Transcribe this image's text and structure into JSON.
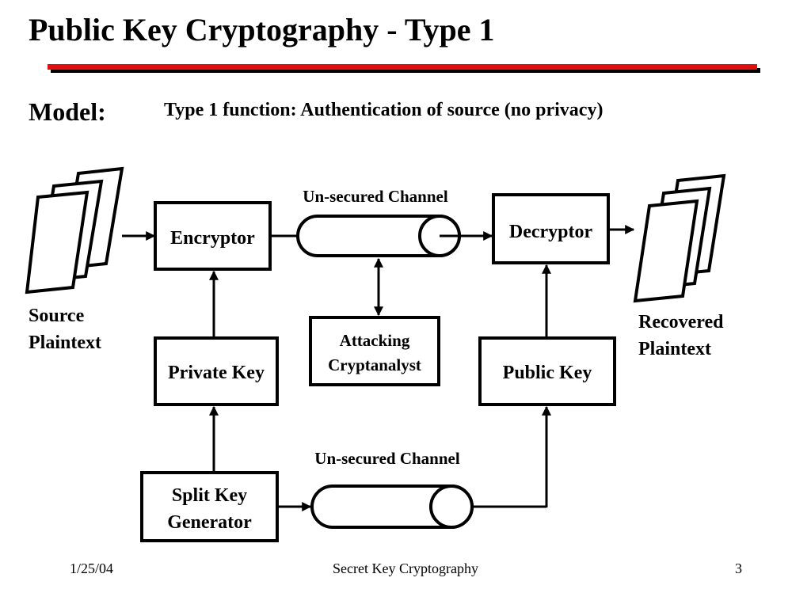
{
  "slide": {
    "title": "Public Key Cryptography - Type 1",
    "model_label": "Model:",
    "subtitle": "Type 1 function: Authentication of source (no privacy)"
  },
  "diagram": {
    "encryptor": "Encryptor",
    "decryptor": "Decryptor",
    "channel_top": "Un-secured Channel",
    "channel_bottom": "Un-secured Channel",
    "attacker_line1": "Attacking",
    "attacker_line2": "Cryptanalyst",
    "private_key": "Private Key",
    "public_key": "Public Key",
    "generator_line1": "Split Key",
    "generator_line2": "Generator",
    "source_line1": "Source",
    "source_line2": "Plaintext",
    "recovered_line1": "Recovered",
    "recovered_line2": "Plaintext"
  },
  "footer": {
    "date": "1/25/04",
    "center": "Secret Key Cryptography",
    "page": "3"
  },
  "colors": {
    "title_rule": "#e10e0e",
    "ink": "#000000"
  }
}
